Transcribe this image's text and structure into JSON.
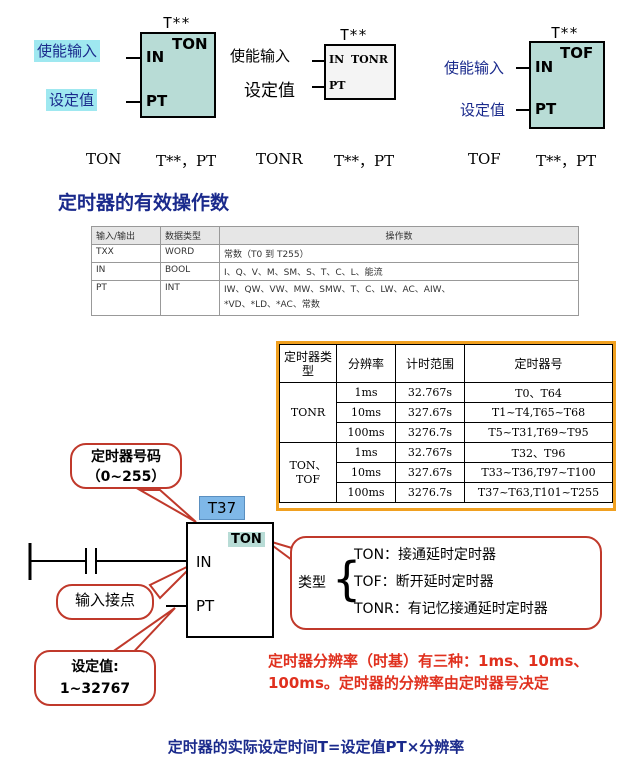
{
  "blocks": {
    "ton": {
      "tstar": "T**",
      "name": "TON",
      "in": "IN",
      "pt": "PT",
      "in_label": "使能输入",
      "pt_label": "设定值"
    },
    "tonr": {
      "tstar": "T**",
      "name": "TONR",
      "in": "IN",
      "pt": "PT",
      "in_label": "使能输入",
      "pt_label": "设定值"
    },
    "tof": {
      "tstar": "T**",
      "name": "TOF",
      "in": "IN",
      "pt": "PT",
      "in_label": "使能输入",
      "pt_label": "设定值"
    }
  },
  "stl_row": [
    "TON",
    "T**，PT",
    "TONR",
    "T**，PT",
    "TOF",
    "T**，PT"
  ],
  "operand_title": "定时器的有效操作数",
  "operand_table": {
    "headers": [
      "输入/输出",
      "数据类型",
      "操作数"
    ],
    "rows": [
      [
        "TXX",
        "WORD",
        "常数（T0 到 T255）"
      ],
      [
        "IN",
        "BOOL",
        "I、Q、V、M、SM、S、T、C、L、能流"
      ],
      [
        "PT",
        "INT",
        "IW、QW、VW、MW、SMW、T、C、LW、AC、AIW、\n*VD、*LD、*AC、常数"
      ]
    ]
  },
  "timer_table": {
    "headers": [
      "定时器类型",
      "分辨率",
      "计时范围",
      "定时器号"
    ],
    "groups": [
      {
        "type": "TONR",
        "rows": [
          [
            "1ms",
            "32.767s",
            "T0、T64"
          ],
          [
            "10ms",
            "327.67s",
            "T1~T4,T65~T68"
          ],
          [
            "100ms",
            "3276.7s",
            "T5~T31,T69~T95"
          ]
        ]
      },
      {
        "type": "TON、TOF",
        "rows": [
          [
            "1ms",
            "32.767s",
            "T32、T96"
          ],
          [
            "10ms",
            "327.67s",
            "T33~T36,T97~T100"
          ],
          [
            "100ms",
            "3276.7s",
            "T37~T63,T101~T255"
          ]
        ]
      }
    ]
  },
  "example": {
    "number_bubble": "定时器号码\n（0~255）",
    "t37": "T37",
    "block_name": "TON",
    "in": "IN",
    "pt": "PT",
    "input_contact": "输入接点",
    "preset": "设定值:\n1~32767",
    "type_label": "类型",
    "types": [
      "TON：接通延时定时器",
      "TOF：断开延时定时器",
      "TONR：有记忆接通延时定时器"
    ]
  },
  "resolution_note": "定时器分辨率（时基）有三种：1ms、10ms、100ms。定时器的分辨率由定时器号决定",
  "formula": "定时器的实际设定时间T=设定值PT×分辨率",
  "colors": {
    "cyan": "#9fe8f0",
    "block_fill": "#b8dcd6",
    "blue_text": "#1a2a8c",
    "red": "#e0301e",
    "orange": "#f0a020",
    "t37_fill": "#7fb8e8"
  }
}
